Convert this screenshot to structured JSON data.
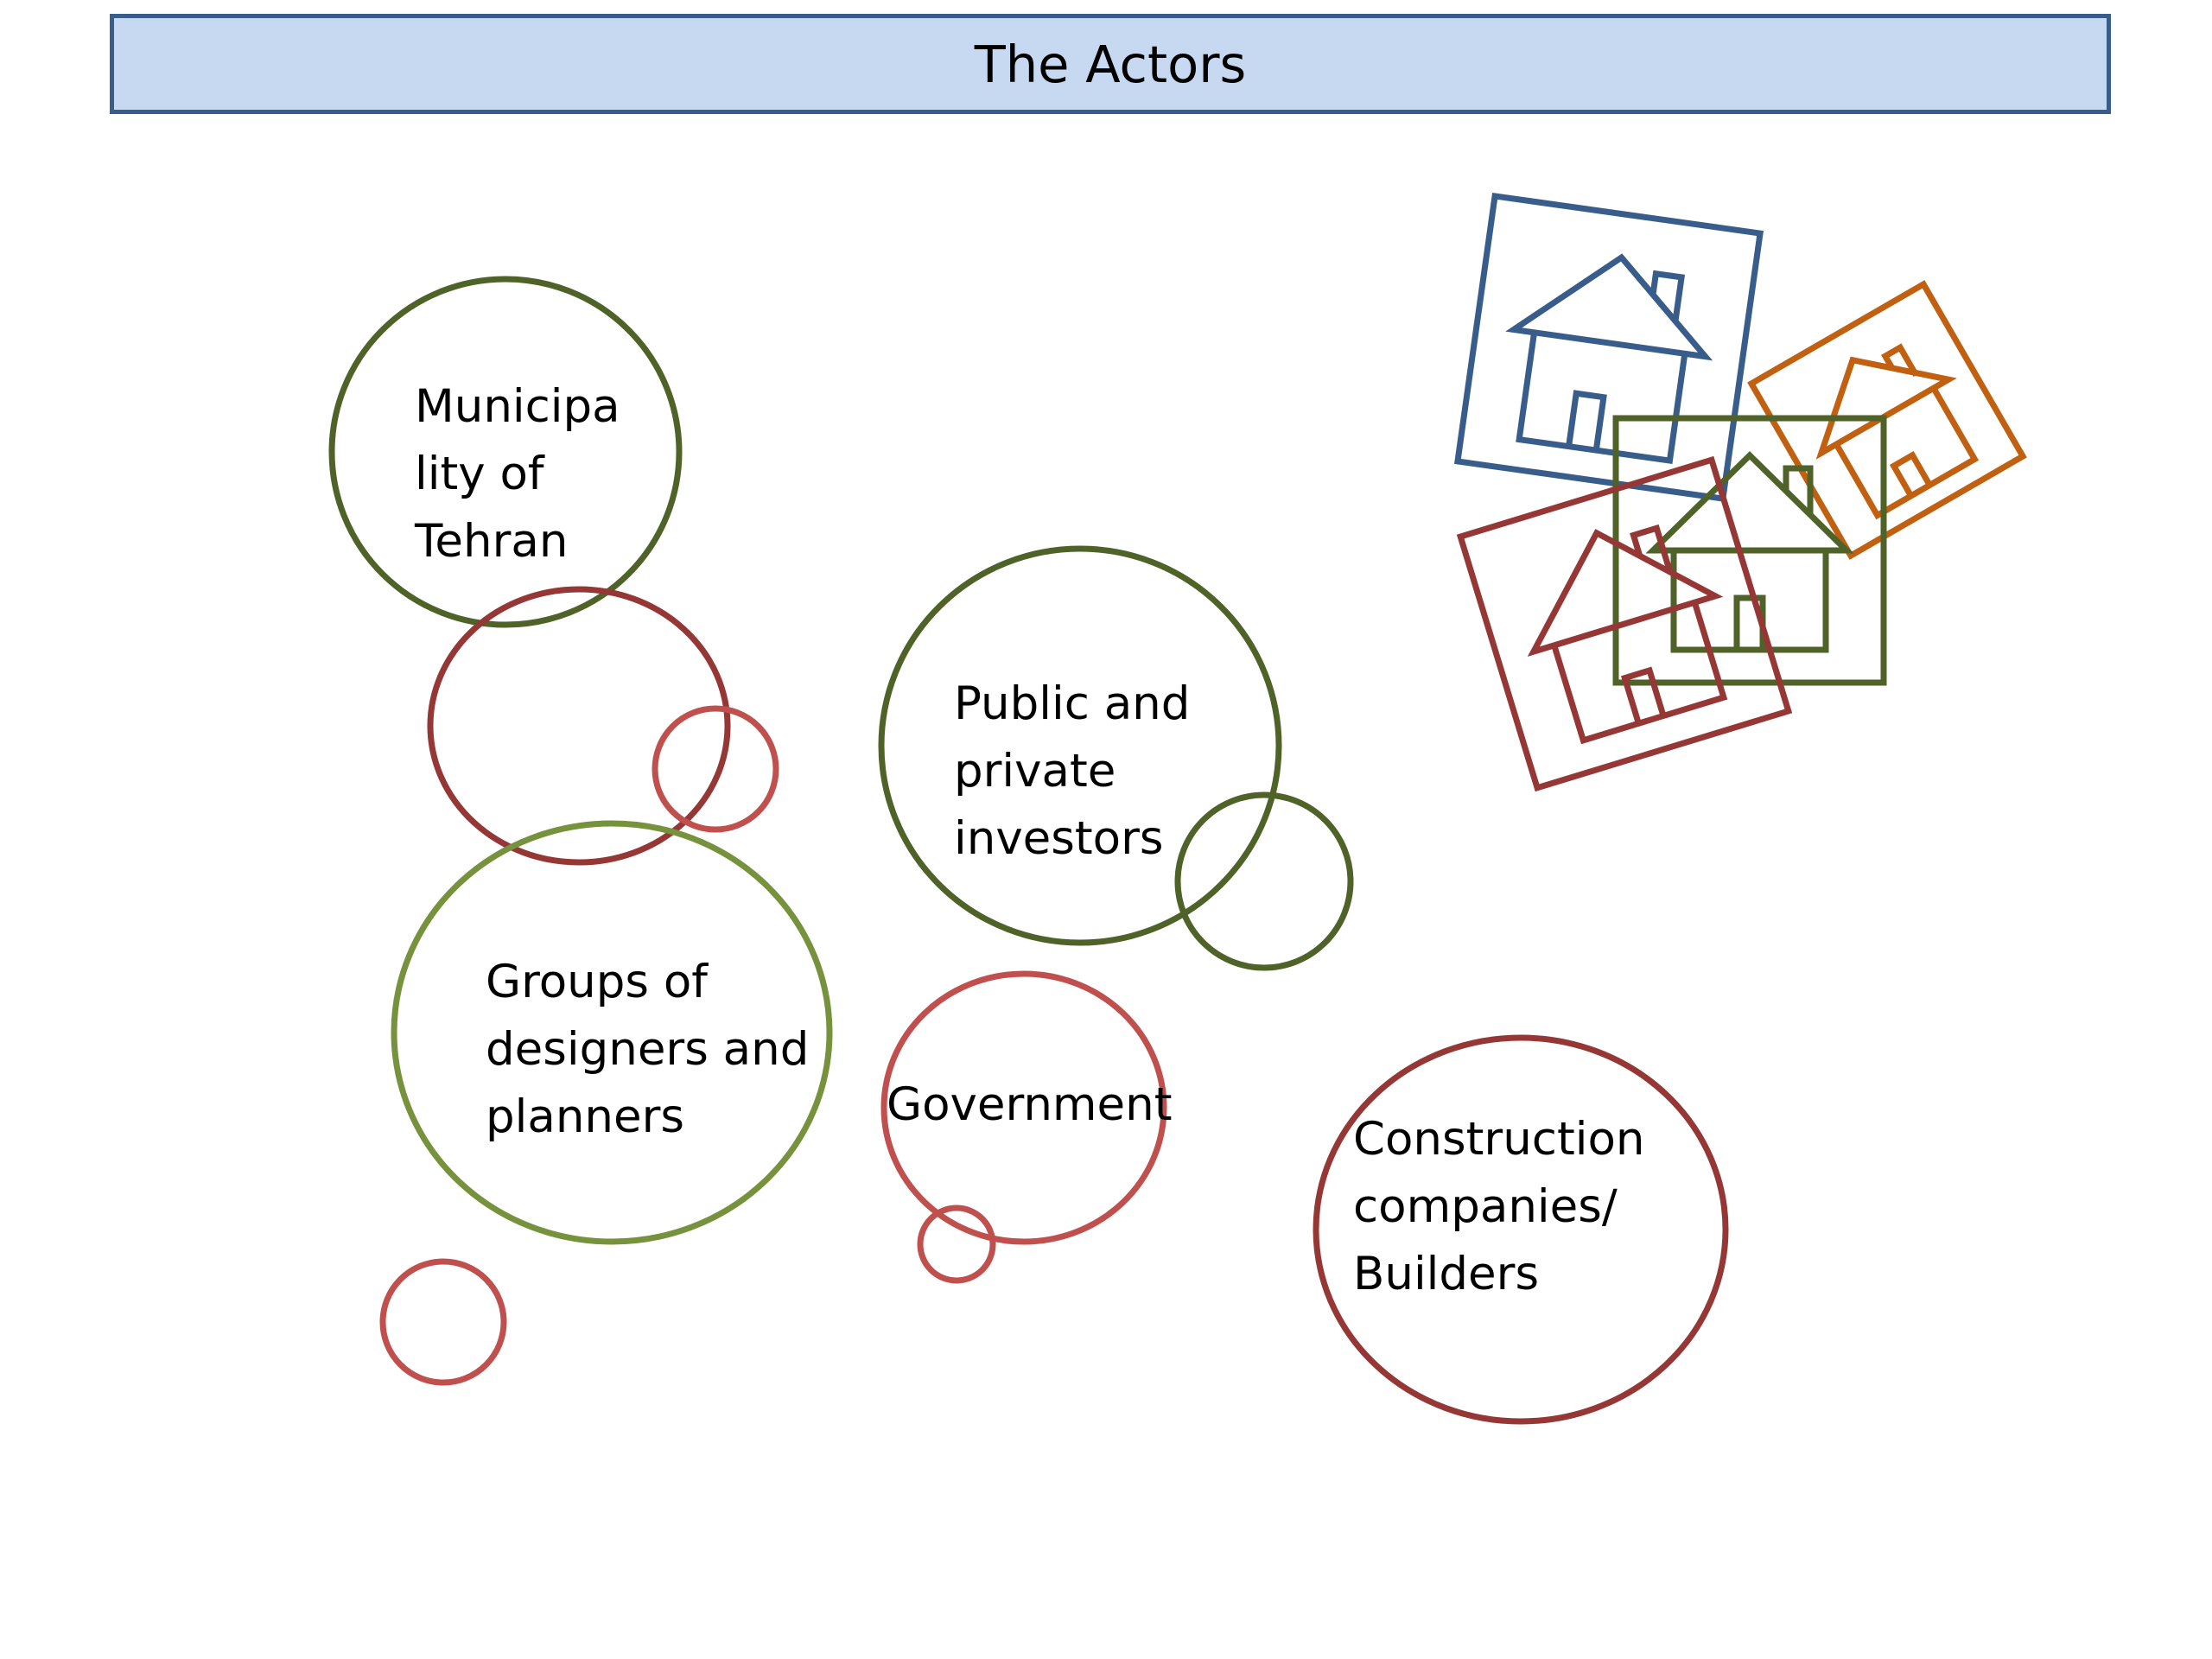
{
  "title": "The Actors",
  "colors": {
    "title_fill": "#c6d9f1",
    "title_border": "#385d8a",
    "dark_green": "#4f6228",
    "light_green": "#76923c",
    "dark_red": "#953735",
    "light_red": "#c0504d",
    "blue": "#385d8a",
    "orange": "#c06010"
  },
  "actors": {
    "municipality": {
      "lines": [
        "Municipa",
        "lity of",
        "Tehran"
      ]
    },
    "investors": {
      "lines": [
        "Public and",
        "private",
        "investors"
      ]
    },
    "designers": {
      "lines": [
        "Groups of",
        "designers and",
        "planners"
      ]
    },
    "government": {
      "lines": [
        "Government"
      ]
    },
    "construction": {
      "lines": [
        "Construction",
        "companies/",
        "Builders"
      ]
    }
  },
  "icons": {
    "house_cluster": [
      "house-icon-blue",
      "house-icon-orange",
      "house-icon-green",
      "house-icon-red"
    ]
  }
}
